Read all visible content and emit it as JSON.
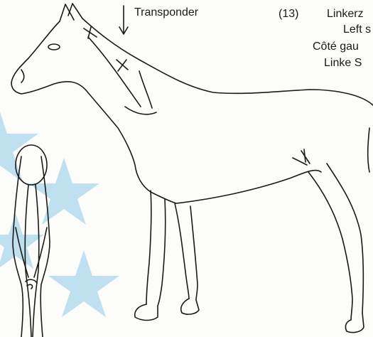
{
  "labels": {
    "transponder": "Transponder",
    "figure_number": "(13)",
    "side_lines": [
      "Linkerz",
      "Left s",
      "Côté gau",
      "Linke S"
    ]
  },
  "colors": {
    "paper": "#fcfcfa",
    "ink": "#1a1a1a",
    "stars": "#bfe0ee"
  },
  "icons": {
    "transponder_marker": "arrow-down-icon",
    "background": "star-icon"
  }
}
